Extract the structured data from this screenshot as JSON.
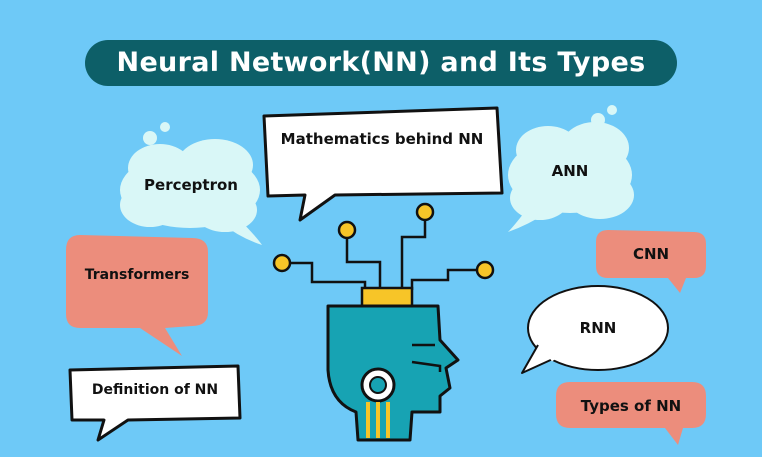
{
  "title": "Neural Network(NN) and Its Types",
  "colors": {
    "background": "#6ec9f7",
    "title_bg": "#0d5f68",
    "cloud": "#d9f7f7",
    "salmon": "#ec8d7c",
    "head": "#17a3b3",
    "gold": "#f7c528"
  },
  "bubbles": {
    "perceptron": "Perceptron",
    "mathematics": "Mathematics behind NN",
    "ann": "ANN",
    "transformers": "Transformers",
    "cnn": "CNN",
    "rnn": "RNN",
    "definition": "Definition of NN",
    "types": "Types of NN"
  }
}
